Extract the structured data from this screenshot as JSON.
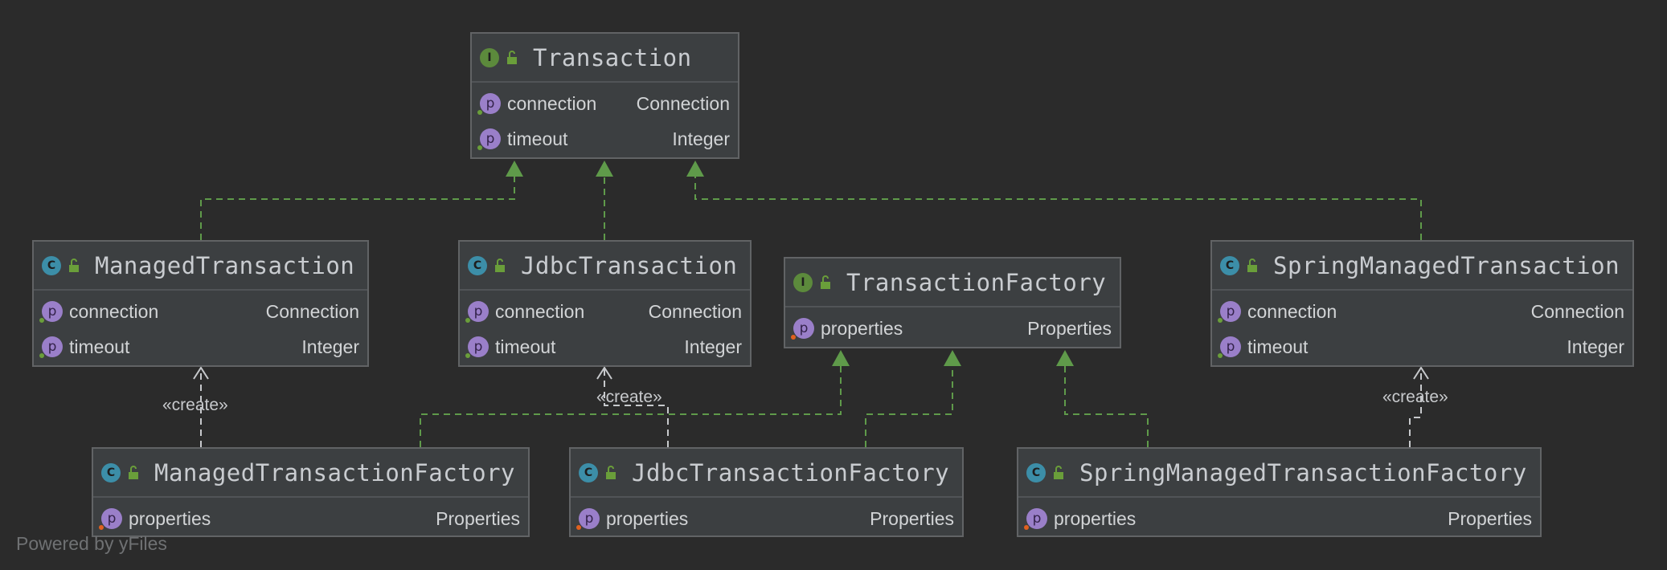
{
  "colors": {
    "background": "#2b2b2b",
    "edge": "#5f9a4a",
    "class_badge": "#3c8ea8",
    "interface_badge": "#5c8a3c",
    "property_badge": "#9a7fc9",
    "public_dot": "#6a9e3a",
    "private_dot": "#e0601f"
  },
  "nodes": {
    "transaction": {
      "kind": "I",
      "name": "Transaction",
      "props": [
        {
          "name": "connection",
          "type": "Connection",
          "visibility": "public"
        },
        {
          "name": "timeout",
          "type": "Integer",
          "visibility": "public"
        }
      ]
    },
    "managed_transaction": {
      "kind": "C",
      "name": "ManagedTransaction",
      "props": [
        {
          "name": "connection",
          "type": "Connection",
          "visibility": "public"
        },
        {
          "name": "timeout",
          "type": "Integer",
          "visibility": "public"
        }
      ]
    },
    "jdbc_transaction": {
      "kind": "C",
      "name": "JdbcTransaction",
      "props": [
        {
          "name": "connection",
          "type": "Connection",
          "visibility": "public"
        },
        {
          "name": "timeout",
          "type": "Integer",
          "visibility": "public"
        }
      ]
    },
    "transaction_factory": {
      "kind": "I",
      "name": "TransactionFactory",
      "props": [
        {
          "name": "properties",
          "type": "Properties",
          "visibility": "private"
        }
      ]
    },
    "spring_managed_transaction": {
      "kind": "C",
      "name": "SpringManagedTransaction",
      "props": [
        {
          "name": "connection",
          "type": "Connection",
          "visibility": "public"
        },
        {
          "name": "timeout",
          "type": "Integer",
          "visibility": "public"
        }
      ]
    },
    "managed_transaction_factory": {
      "kind": "C",
      "name": "ManagedTransactionFactory",
      "props": [
        {
          "name": "properties",
          "type": "Properties",
          "visibility": "private"
        }
      ]
    },
    "jdbc_transaction_factory": {
      "kind": "C",
      "name": "JdbcTransactionFactory",
      "props": [
        {
          "name": "properties",
          "type": "Properties",
          "visibility": "private"
        }
      ]
    },
    "spring_managed_transaction_factory": {
      "kind": "C",
      "name": "SpringManagedTransactionFactory",
      "props": [
        {
          "name": "properties",
          "type": "Properties",
          "visibility": "private"
        }
      ]
    }
  },
  "property_badge_letter": "p",
  "edges": [
    {
      "from": "ManagedTransaction",
      "to": "Transaction",
      "type": "implements"
    },
    {
      "from": "JdbcTransaction",
      "to": "Transaction",
      "type": "implements"
    },
    {
      "from": "SpringManagedTransaction",
      "to": "Transaction",
      "type": "implements"
    },
    {
      "from": "ManagedTransactionFactory",
      "to": "TransactionFactory",
      "type": "implements"
    },
    {
      "from": "JdbcTransactionFactory",
      "to": "TransactionFactory",
      "type": "implements"
    },
    {
      "from": "SpringManagedTransactionFactory",
      "to": "TransactionFactory",
      "type": "implements"
    },
    {
      "from": "ManagedTransactionFactory",
      "to": "ManagedTransaction",
      "type": "create"
    },
    {
      "from": "JdbcTransactionFactory",
      "to": "JdbcTransaction",
      "type": "create"
    },
    {
      "from": "SpringManagedTransactionFactory",
      "to": "SpringManagedTransaction",
      "type": "create"
    }
  ],
  "labels": {
    "create_managed": "«create»",
    "create_jdbc": "«create»",
    "create_spring": "«create»"
  },
  "watermark": "Powered by yFiles"
}
